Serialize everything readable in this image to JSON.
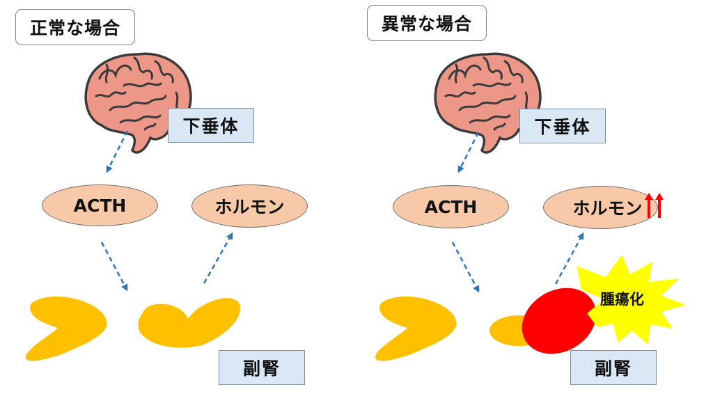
{
  "panels": [
    {
      "title": "正常な場合",
      "pituitary_label": "下垂体",
      "acth_label": "ACTH",
      "hormone_label": "ホルモン",
      "adrenal_label": "副腎"
    },
    {
      "title": "異常な場合",
      "pituitary_label": "下垂体",
      "acth_label": "ACTH",
      "hormone_label": "ホルモン",
      "adrenal_label": "副腎",
      "tumor_label": "腫瘍化",
      "hormone_increase_icon": "double-up-arrow-icon"
    }
  ],
  "colors": {
    "brain_fill": "#ec9787",
    "brain_outline": "#3a3a3a",
    "oval_fill": "#f7c9a9",
    "label_box_fill": "#dae8f5",
    "adrenal_fill": "#ffc000",
    "tumor_fill": "#ff0000",
    "burst_fill": "#ffff00",
    "arrow_color": "#2e75b6",
    "increase_arrow_color": "#ff0000"
  }
}
